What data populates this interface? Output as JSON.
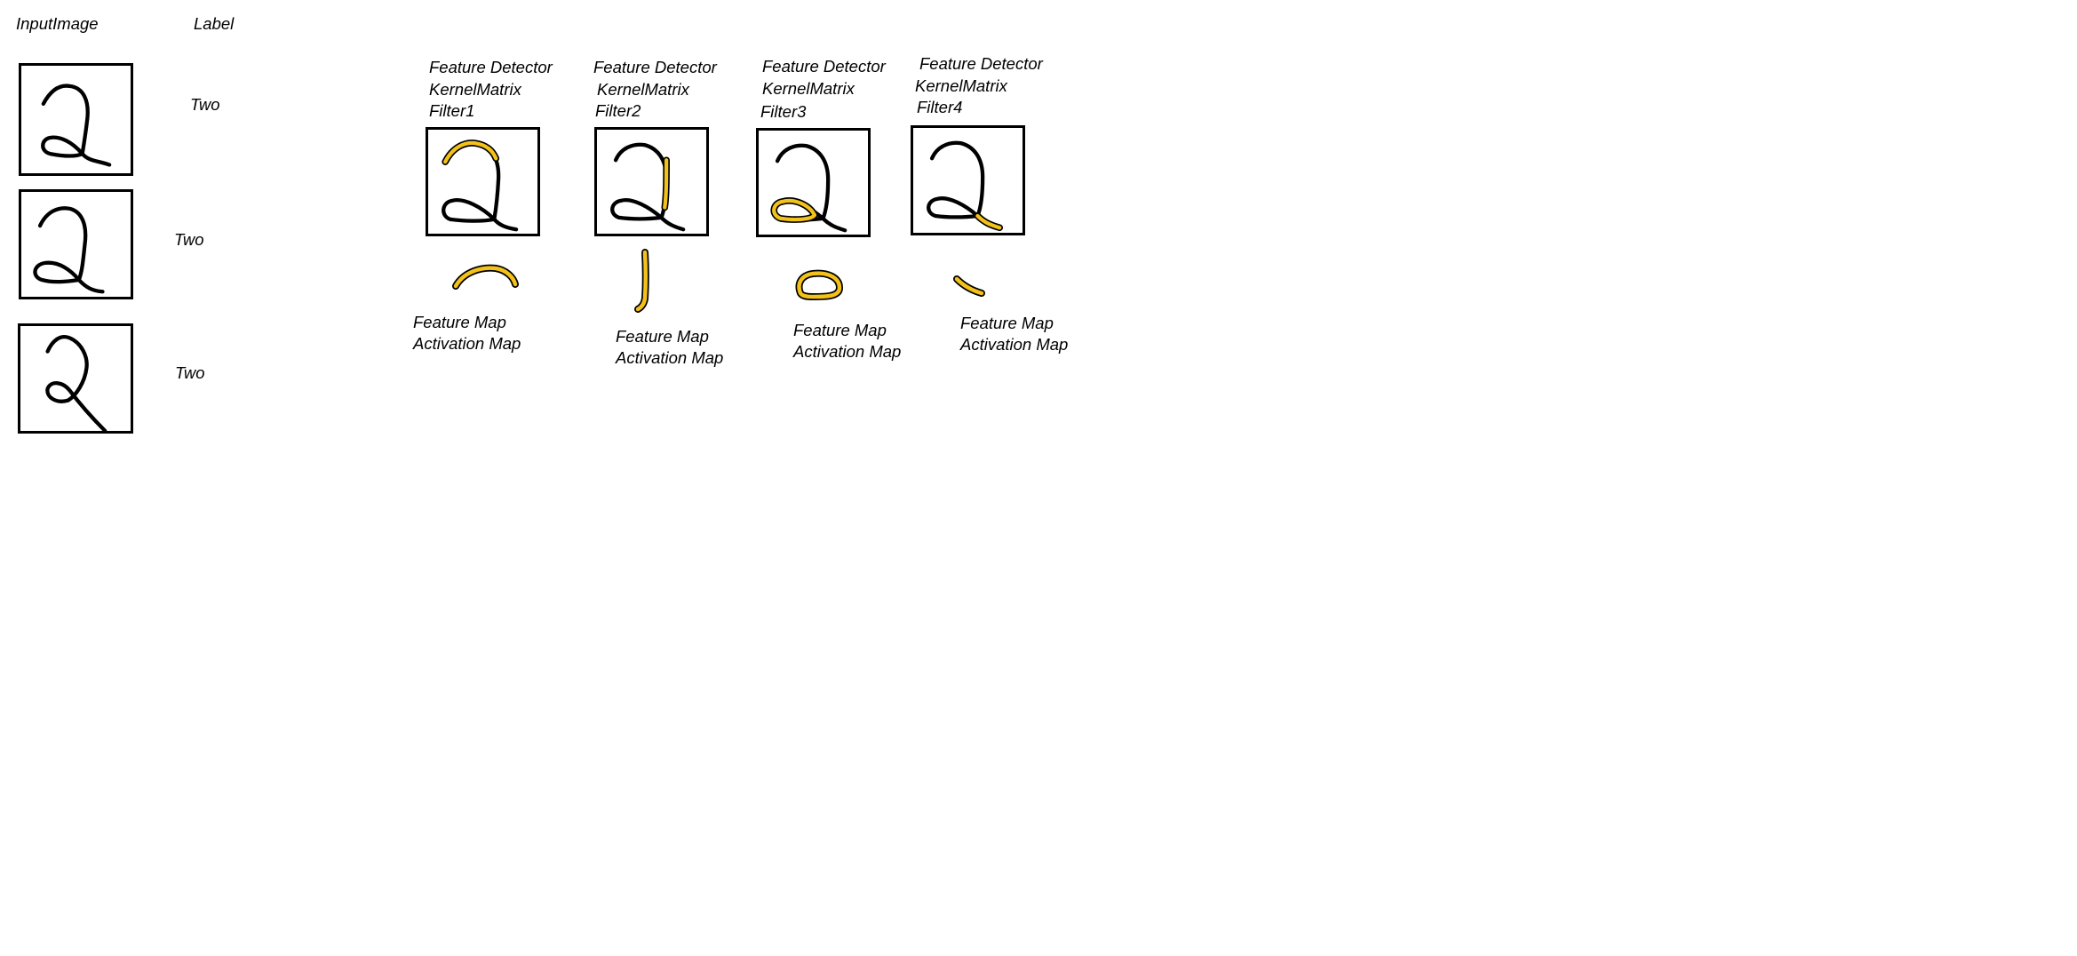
{
  "headers": {
    "input_image": "InputImage",
    "label": "Label"
  },
  "samples": [
    {
      "label": "Two"
    },
    {
      "label": "Two"
    },
    {
      "label": "Two"
    }
  ],
  "filters": [
    {
      "title": "Feature Detector",
      "subtitle": "KernelMatrix",
      "name": "Filter1",
      "map_line1": "Feature Map",
      "map_line2": "Activation Map"
    },
    {
      "title": "Feature Detector",
      "subtitle": "KernelMatrix",
      "name": "Filter2",
      "map_line1": "Feature Map",
      "map_line2": "Activation Map"
    },
    {
      "title": "Feature Detector",
      "subtitle": "KernelMatrix",
      "name": "Filter3",
      "map_line1": "Feature Map",
      "map_line2": "Activation Map"
    },
    {
      "title": "Feature Detector",
      "subtitle": "KernelMatrix",
      "name": "Filter4",
      "map_line1": "Feature Map",
      "map_line2": "Activation Map"
    }
  ],
  "colors": {
    "ink": "#000000",
    "highlight": "#f3c21a",
    "background": "#ffffff"
  }
}
